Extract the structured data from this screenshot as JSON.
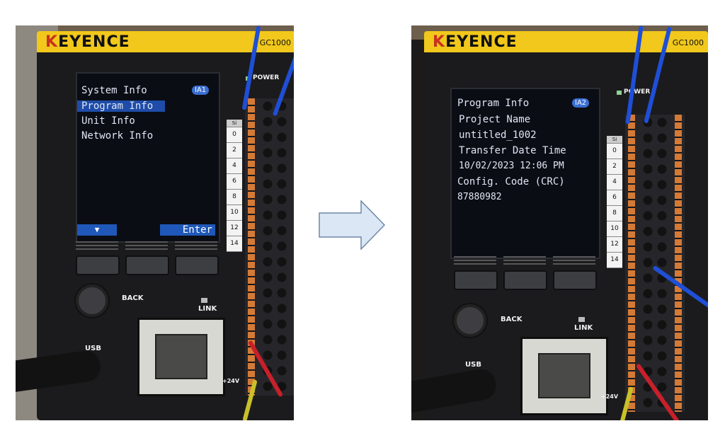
{
  "left": {
    "brand": "KEYENCE",
    "model": "GC1000",
    "screen": {
      "title": "System Info",
      "tag": "IA1",
      "items": [
        "Program Info",
        "Unit Info",
        "Network Info"
      ],
      "selected_index": 0,
      "soft_left": "▼",
      "soft_right": "Enter"
    },
    "labels": {
      "power": "POWER",
      "back": "BACK",
      "link": "LINK",
      "usb": "USB",
      "v24": "+24V"
    },
    "scale": {
      "header": "Si",
      "marks": [
        "0",
        "2",
        "4",
        "6",
        "8",
        "10",
        "12",
        "14"
      ]
    }
  },
  "right": {
    "brand": "KEYENCE",
    "model": "GC1000",
    "screen": {
      "title": "Program Info",
      "tag": "IA2",
      "lines": [
        "Project Name",
        "untitled_1002",
        "Transfer Date Time",
        "10/02/2023 12:06 PM",
        "Config. Code (CRC)",
        "87880982"
      ]
    },
    "labels": {
      "power": "POWER",
      "back": "BACK",
      "link": "LINK",
      "usb": "USB",
      "v24": "+24V"
    },
    "scale": {
      "header": "Si",
      "marks": [
        "0",
        "2",
        "4",
        "6",
        "8",
        "10",
        "12",
        "14"
      ]
    }
  },
  "colors": {
    "arrow_fill": "#dbe7f5",
    "arrow_stroke": "#6f87a8",
    "lcd_select": "#1e4ca8",
    "keyence_yellow": "#f1c81b"
  }
}
